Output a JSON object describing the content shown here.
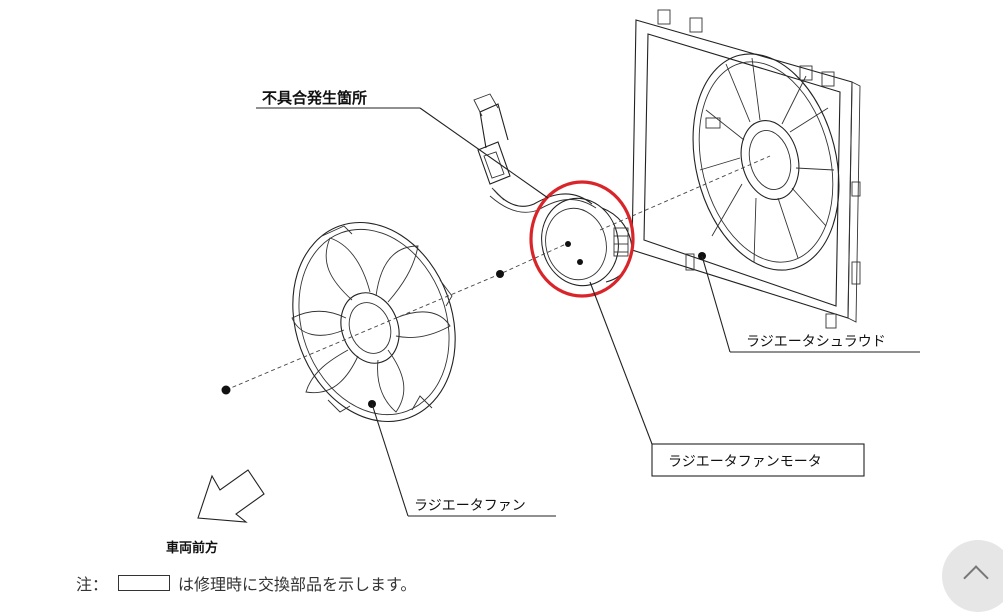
{
  "callouts": {
    "defect_location": "不具合発生箇所",
    "shroud": "ラジエータシュラウド",
    "fan_motor": "ラジエータファンモータ",
    "fan": "ラジエータファン",
    "vehicle_front": "車両前方"
  },
  "highlight_color": "#d9252a",
  "note": {
    "prefix": "注：",
    "text": "は修理時に交換部品を示します。"
  },
  "scroll_top_icon": "chevron-up-icon"
}
